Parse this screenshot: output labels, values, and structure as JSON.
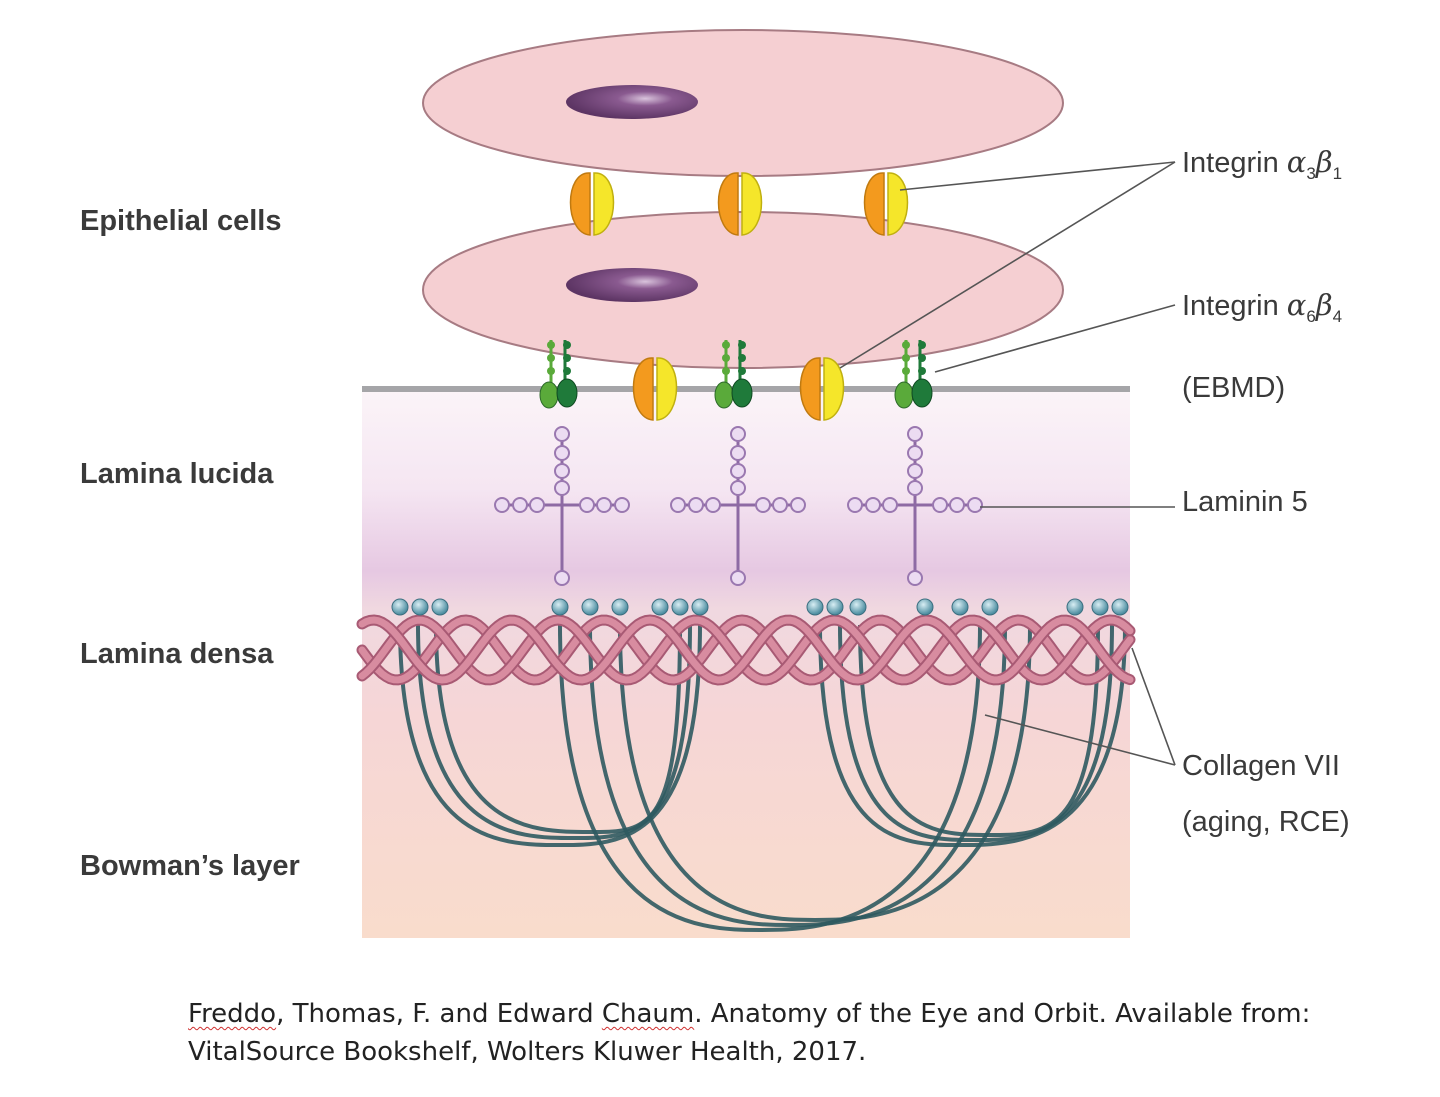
{
  "diagram": {
    "left_labels": {
      "epithelial": "Epithelial cells",
      "lucida": "Lamina lucida",
      "densa": "Lamina densa",
      "bowman": "Bowman’s layer"
    },
    "right_labels": {
      "integrin_a3b1": {
        "prefix": "Integrin ",
        "alpha": "α",
        "alpha_sub": "3",
        "beta": "β",
        "beta_sub": "1"
      },
      "integrin_a6b4": {
        "prefix": "Integrin ",
        "alpha": "α",
        "alpha_sub": "6",
        "beta": "β",
        "beta_sub": "4"
      },
      "ebmd": "(EBMD)",
      "laminin": "Laminin 5",
      "collagen": "Collagen VII",
      "collagen_note": "(aging, RCE)"
    },
    "colors": {
      "cell_fill": "#f5cfd2",
      "cell_stroke": "#b07c84",
      "nucleus": "#6d4373",
      "integrin_orange": "#f39a1e",
      "integrin_yellow": "#f5e62a",
      "integrin_green_light": "#5aaa3a",
      "integrin_green_dark": "#1f7a3a",
      "laminin": "#b79bc8",
      "collagen_iv": "#d88ca0",
      "collagen_vii": "#2f5a60",
      "anchor_bead": "#7fb6c6"
    }
  },
  "citation": {
    "author1": "Freddo",
    "part2": ", Thomas, F. and Edward ",
    "author2": "Chaum",
    "part3": ". Anatomy of the Eye and Orbit. Available from:",
    "line2": "VitalSource Bookshelf, Wolters Kluwer Health, 2017."
  }
}
